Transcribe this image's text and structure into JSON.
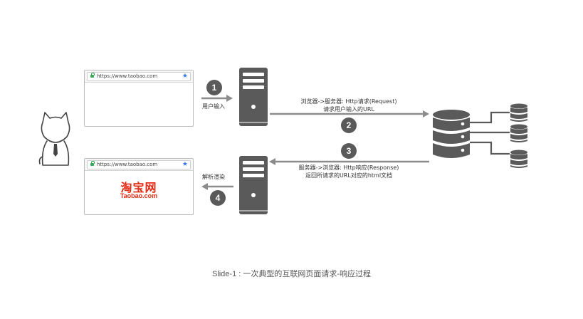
{
  "browser_top": {
    "url": "https://www.taobao.com"
  },
  "browser_bottom": {
    "url": "https://www.taobao.com",
    "logo_cn": "淘宝网",
    "logo_en": "Taobao.com"
  },
  "steps": [
    {
      "number": "1",
      "label": "用户输入"
    },
    {
      "number": "2",
      "label_line1": "浏览器->服务器: Http请求(Request)",
      "label_line2": "请求用户输入的URL"
    },
    {
      "number": "3",
      "label_line1": "服务器->浏览器: Http响应(Response)",
      "label_line2": "返回所请求的URL对应的html文档"
    },
    {
      "number": "4",
      "label": "解析渲染"
    }
  ],
  "caption": "Slide-1 : 一次典型的互联网页面请求-响应过程",
  "colors": {
    "icon": "#5a5a5a",
    "arrow": "#8c8c8c",
    "brand": "#e52a13",
    "link_star": "#3b7be8",
    "lock": "#3aa65a"
  }
}
